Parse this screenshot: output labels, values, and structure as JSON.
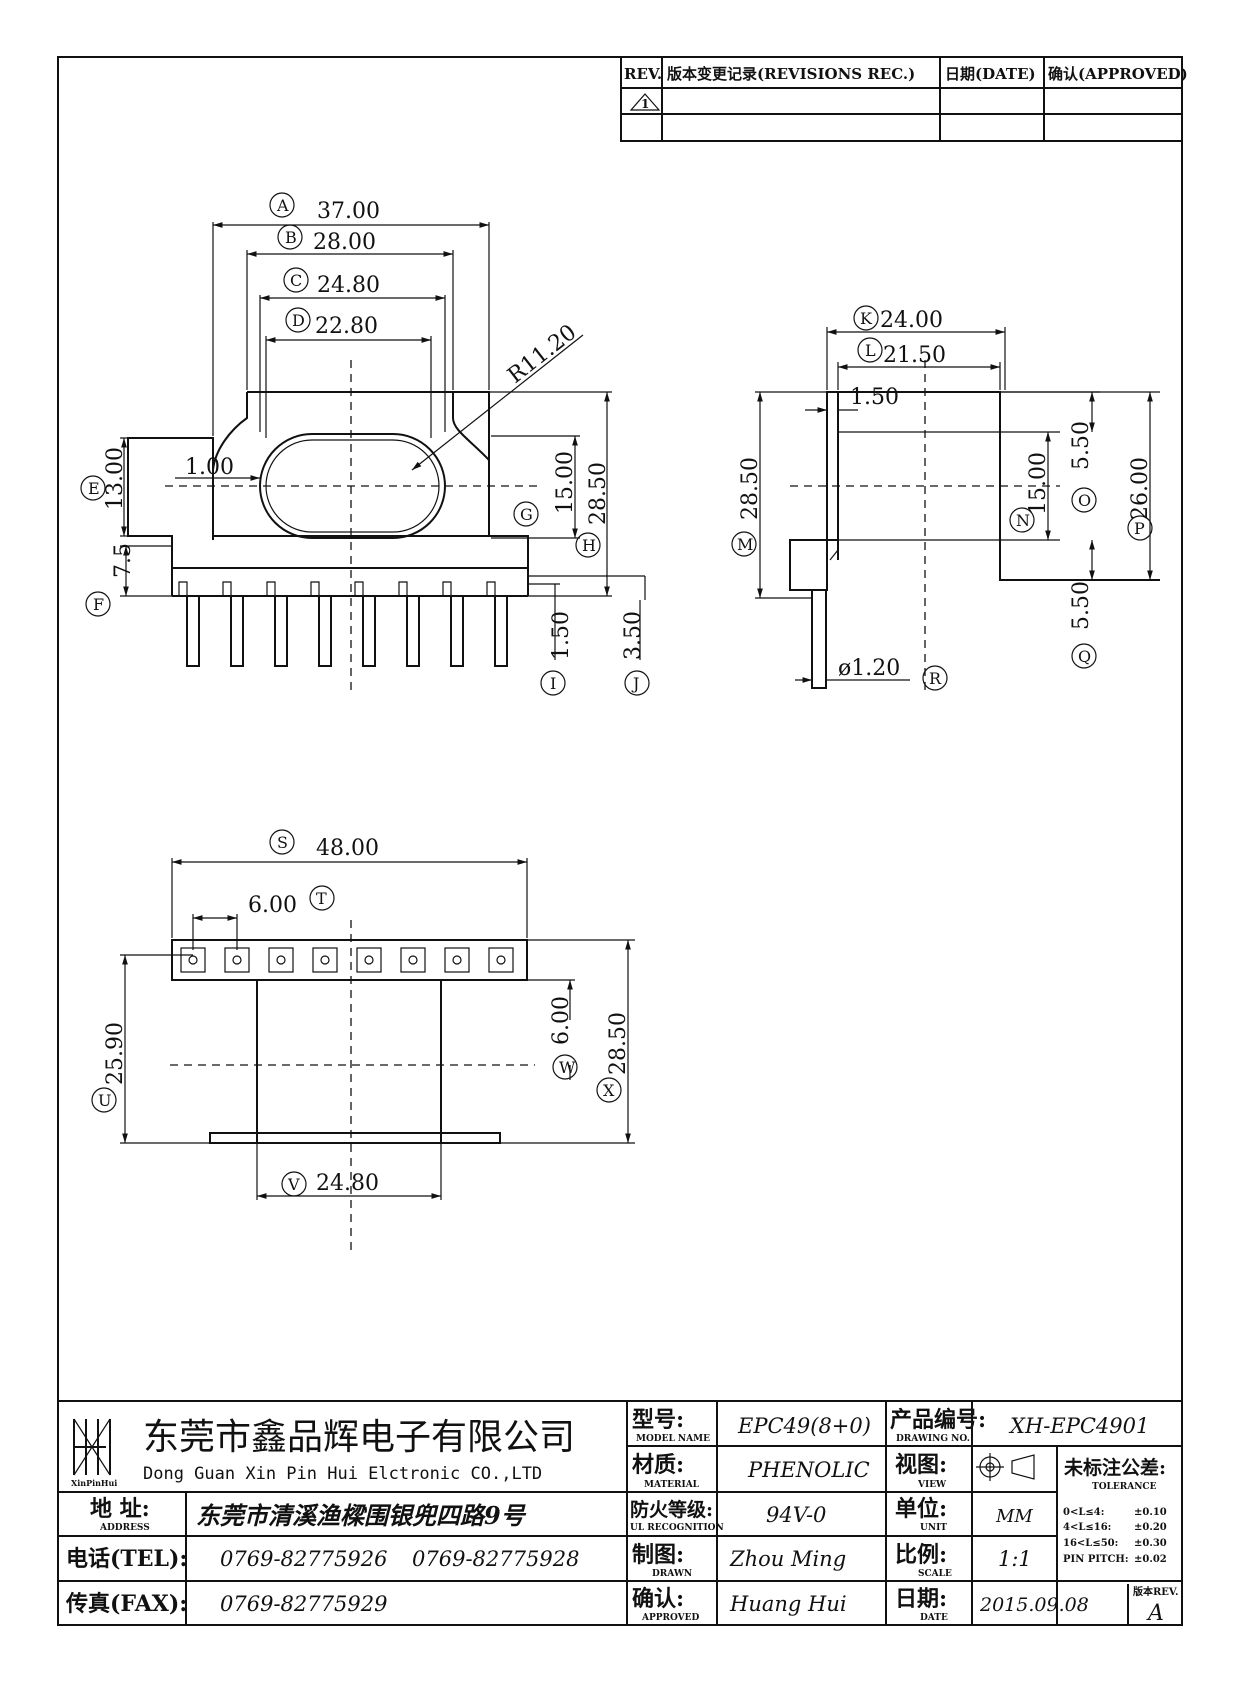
{
  "revision_table": {
    "col_rev": "REV.",
    "col_record": "版本变更记录(REVISIONS REC.)",
    "col_date": "日期(DATE)",
    "col_approved": "确认(APPROVED)",
    "rev_mark": "1"
  },
  "front_view": {
    "dims": {
      "A": "37.00",
      "B": "28.00",
      "C": "24.80",
      "D": "22.80",
      "R": "R11.20",
      "E": "13.00",
      "F": "7.5",
      "one": "1.00",
      "G_val": "15.00",
      "H": "28.50",
      "I": "1.50",
      "J": "3.50"
    },
    "labels": [
      "A",
      "B",
      "C",
      "D",
      "E",
      "F",
      "G",
      "H",
      "I",
      "J"
    ]
  },
  "side_view": {
    "dims": {
      "K": "24.00",
      "L": "21.50",
      "small": "1.50",
      "M": "28.50",
      "N": "15.00",
      "O": "5.50",
      "P": "26.00",
      "Q": "5.50",
      "Rdia": "ø1.20"
    },
    "labels": [
      "K",
      "L",
      "M",
      "N",
      "O",
      "P",
      "Q",
      "R"
    ]
  },
  "bottom_view": {
    "dims": {
      "S": "48.00",
      "T": "6.00",
      "U": "25.90",
      "V": "24.80",
      "W": "6.00",
      "X": "28.50"
    },
    "labels": [
      "S",
      "T",
      "U",
      "V",
      "W",
      "X"
    ]
  },
  "title_block": {
    "company_cn": "东莞市鑫品辉电子有限公司",
    "company_en": "Dong Guan Xin Pin Hui Elctronic CO.,LTD",
    "logo_text": "XinPinHui",
    "address_label_cn": "地 址:",
    "address_label_en": "ADDRESS",
    "address": "东莞市清溪渔樑围银兜四路9号",
    "tel_label": "电话(TEL):",
    "tel1": "0769-82775926",
    "tel2": "0769-82775928",
    "fax_label": "传真(FAX):",
    "fax": "0769-82775929",
    "model_label_cn": "型号:",
    "model_label_en": "MODEL NAME",
    "model": "EPC49(8+0)",
    "material_label_cn": "材质:",
    "material_label_en": "MATERIAL",
    "material": "PHENOLIC",
    "flame_label_cn": "防火等级:",
    "flame_label_en": "UL RECOGNITION",
    "flame": "94V-0",
    "drawn_label_cn": "制图:",
    "drawn_label_en": "DRAWN",
    "drawn": "Zhou Ming",
    "approved_label_cn": "确认:",
    "approved_label_en": "APPROVED",
    "approved": "Huang Hui",
    "drawing_no_label_cn": "产品编号:",
    "drawing_no_label_en": "DRAWING NO.",
    "drawing_no": "XH-EPC4901",
    "view_label_cn": "视图:",
    "view_label_en": "VIEW",
    "unit_label_cn": "单位:",
    "unit_label_en": "UNIT",
    "unit": "MM",
    "scale_label_cn": "比例:",
    "scale_label_en": "SCALE",
    "scale": "1:1",
    "date_label_cn": "日期:",
    "date_label_en": "DATE",
    "date": "2015.09.08",
    "tolerance_title": "未标注公差:",
    "tolerance_en": "TOLERANCE",
    "tolerance_rows": [
      {
        "range": "0<L≤4:",
        "value": "±0.10"
      },
      {
        "range": "4<L≤16:",
        "value": "±0.20"
      },
      {
        "range": "16<L≤50:",
        "value": "±0.30"
      },
      {
        "range": "PIN PITCH:",
        "value": "±0.02"
      }
    ],
    "rev_label": "版本REV.",
    "rev": "A"
  }
}
